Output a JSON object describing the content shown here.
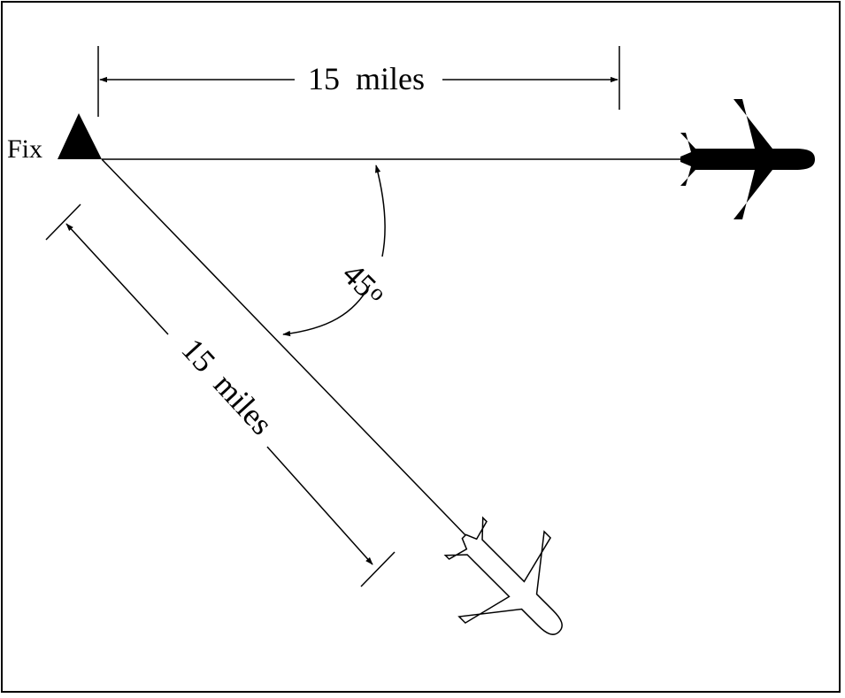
{
  "diagram": {
    "fix_label": "Fix",
    "top_distance_label": "15  miles",
    "diagonal_distance_label": "15  miles",
    "angle_value": "45",
    "angle_unit": "o",
    "colors": {
      "line": "#000000",
      "background": "#ffffff"
    }
  }
}
